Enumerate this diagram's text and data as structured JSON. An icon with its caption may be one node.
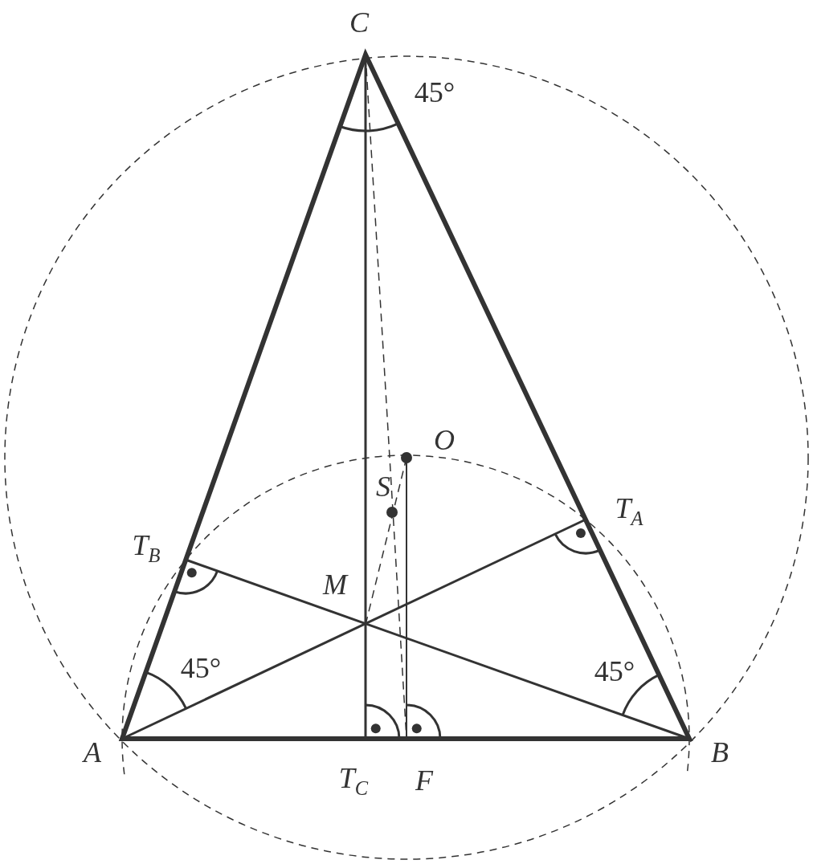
{
  "diagram": {
    "labels": [
      "C",
      "45°",
      "O",
      "S",
      "T$_{A}$",
      "T$_{B}$",
      "M",
      "45°",
      "45°",
      "A",
      "T$_{C}$",
      "F",
      "B"
    ]
  }
}
